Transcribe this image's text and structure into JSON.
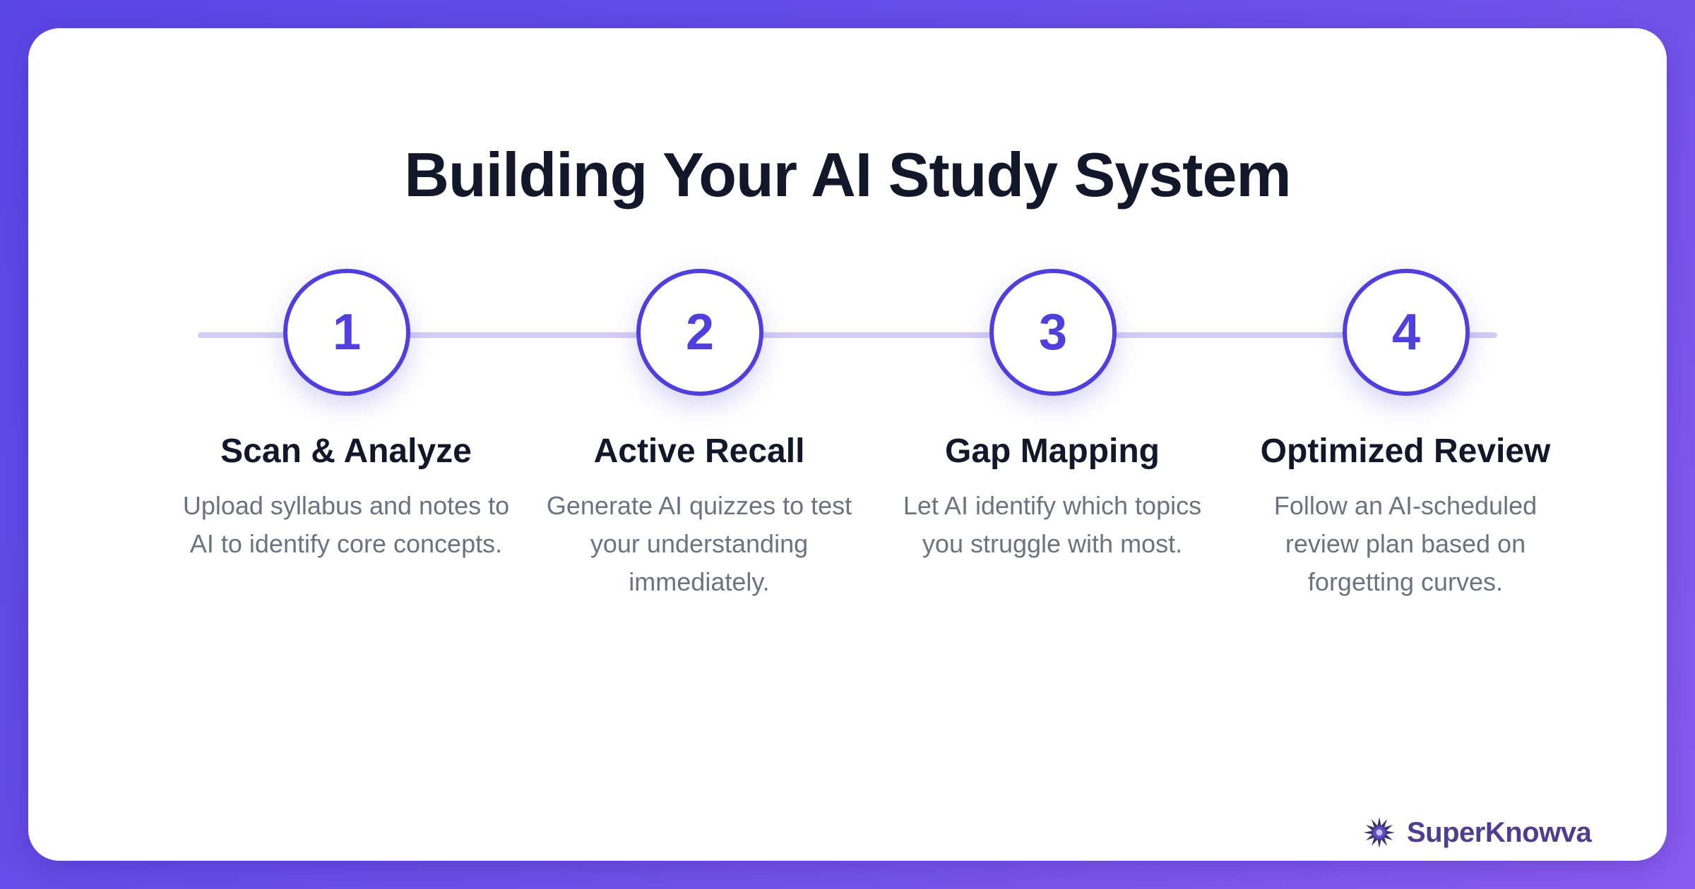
{
  "title": "Building Your AI Study System",
  "steps": [
    {
      "number": "1",
      "title": "Scan & Analyze",
      "description": "Upload syllabus and notes to AI to identify core concepts."
    },
    {
      "number": "2",
      "title": "Active Recall",
      "description": "Generate AI quizzes to test your understanding immediately."
    },
    {
      "number": "3",
      "title": "Gap Mapping",
      "description": "Let AI identify which topics you struggle with most."
    },
    {
      "number": "4",
      "title": "Optimized Review",
      "description": "Follow an AI-scheduled review plan based on forgetting curves."
    }
  ],
  "brand": {
    "name": "SuperKnowva",
    "logo_icon": "starburst-logo-icon"
  },
  "colors": {
    "accent": "#4f3fdc",
    "connector": "#d2cdf5",
    "heading": "#121829",
    "body_text": "#6b7280",
    "background_start": "#5b47e6",
    "background_end": "#8a5cf0"
  }
}
